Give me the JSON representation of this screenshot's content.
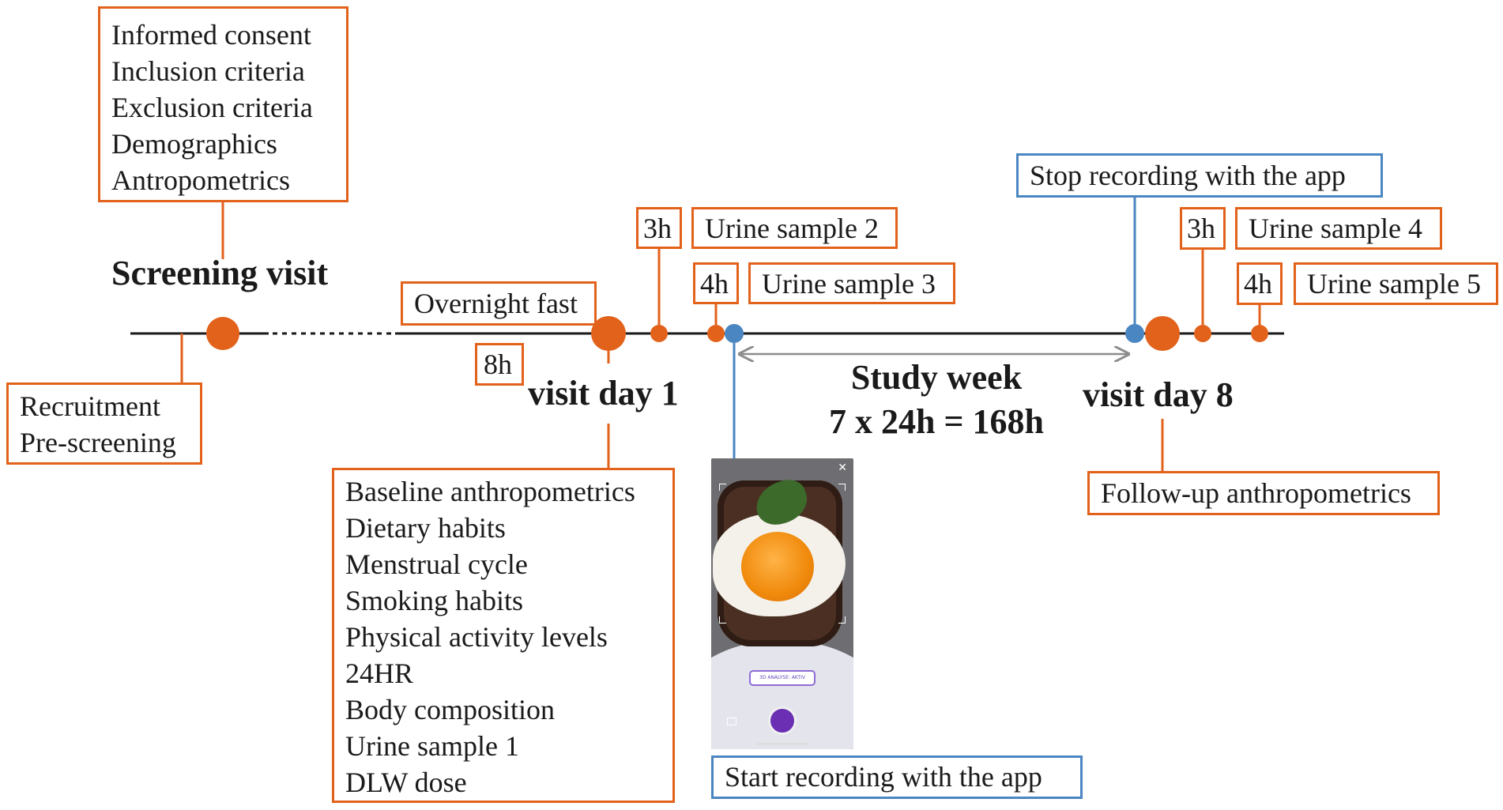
{
  "colors": {
    "orange": "#E2621B",
    "blue": "#4A86C1",
    "timeline": "#1a1a1a",
    "arrow": "#8c8c8c"
  },
  "screening": {
    "heading": "Screening visit",
    "box_lines": [
      "Informed consent",
      "Inclusion criteria",
      "Exclusion criteria",
      "Demographics",
      "Antropometrics"
    ]
  },
  "recruitment": {
    "lines": [
      "Recruitment",
      "Pre-screening"
    ]
  },
  "overnight_fast": {
    "label": "Overnight fast",
    "duration": "8h"
  },
  "visit_day_1": {
    "heading": "visit day 1",
    "box_lines": [
      "Baseline anthropometrics",
      "Dietary habits",
      "Menstrual cycle",
      "Smoking habits",
      "Physical activity levels",
      "24HR",
      "Body composition",
      "Urine sample 1",
      "DLW dose"
    ],
    "urine_2": {
      "time": "3h",
      "label": "Urine sample 2"
    },
    "urine_3": {
      "time": "4h",
      "label": "Urine sample 3"
    }
  },
  "app": {
    "start_label": "Start recording with the app",
    "stop_label": "Stop recording with the app",
    "phone_button": "3D ANALYSE: AKTIV",
    "phone_icons": [
      "close-icon",
      "gallery-icon",
      "shutter-button"
    ]
  },
  "study_week": {
    "title": "Study week",
    "formula": "7 x 24h = 168h"
  },
  "visit_day_8": {
    "heading": "visit day 8",
    "box_label": "Follow-up anthropometrics",
    "urine_4": {
      "time": "3h",
      "label": "Urine sample 4"
    },
    "urine_5": {
      "time": "4h",
      "label": "Urine sample 5"
    }
  }
}
